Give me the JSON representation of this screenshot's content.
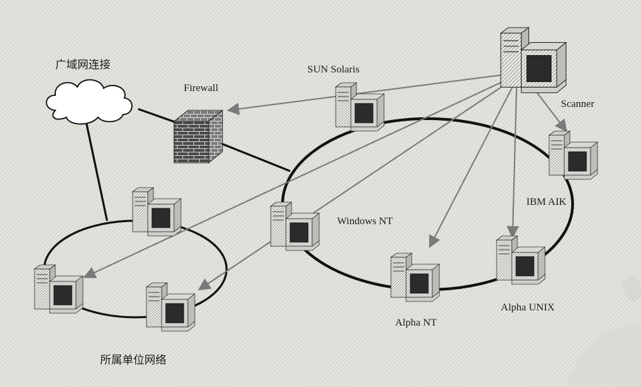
{
  "diagram": {
    "labels": {
      "wan": "广域网连接",
      "firewall": "Firewall",
      "sun": "SUN Solaris",
      "scanner": "Scanner",
      "ibm": "IBM AIK",
      "windows": "Windows NT",
      "alpha_nt": "Alpha NT",
      "alpha_unix": "Alpha UNIX",
      "unit": "所属单位网络"
    }
  }
}
